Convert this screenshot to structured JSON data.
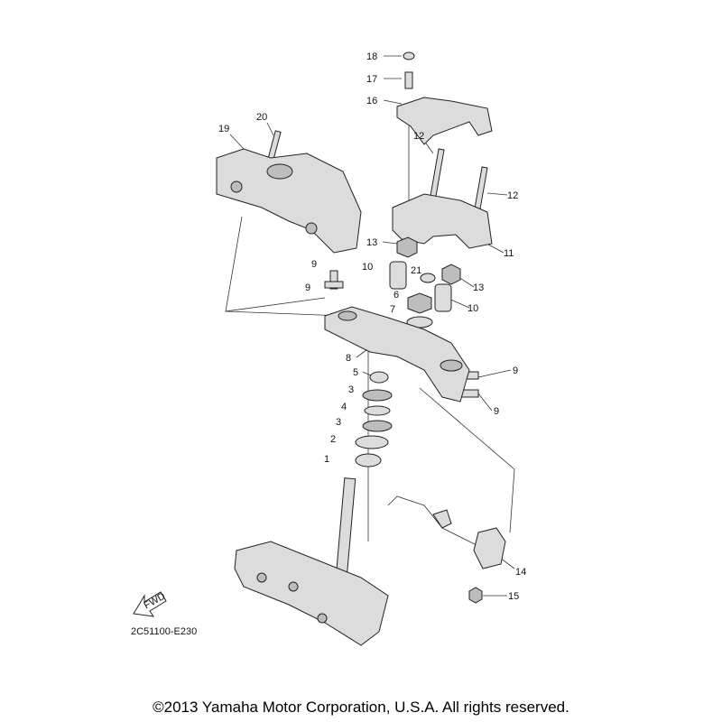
{
  "diagram": {
    "part_labels": {
      "p18": "18",
      "p17": "17",
      "p16": "16",
      "p20": "20",
      "p19": "19",
      "p12a": "12",
      "p12b": "12",
      "p13a": "13",
      "p11": "11",
      "p9a": "9",
      "p10a": "10",
      "p21": "21",
      "p13b": "13",
      "p9b": "9",
      "p6": "6",
      "p10b": "10",
      "p7": "7",
      "p8": "8",
      "p5": "5",
      "p9c": "9",
      "p3a": "3",
      "p9d": "9",
      "p4": "4",
      "p3b": "3",
      "p2": "2",
      "p1": "1",
      "p14": "14",
      "p15": "15"
    },
    "fwd_label": "FWD",
    "diagram_code": "2C51100-E230"
  },
  "footer": {
    "copyright": "©2013 Yamaha Motor Corporation, U.S.A. All rights reserved."
  }
}
